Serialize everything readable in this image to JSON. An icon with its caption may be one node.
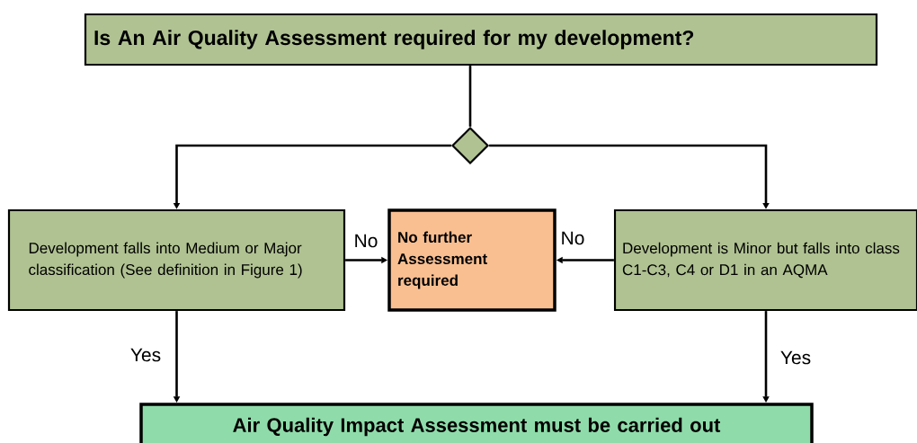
{
  "diagram": {
    "nodes": [
      {
        "text": [
          "Is An Air Quality Assessment required for my development?"
        ]
      },
      {
        "text": [],
        "shape": "diamond"
      },
      {
        "text": [
          "Development falls into Medium or Major classification (See definition in Figure 1)"
        ]
      },
      {
        "text": [
          "No further Assessment required"
        ]
      },
      {
        "text": [
          "Development is Minor but falls into class C1-C3, C4 or D1 in an AQMA"
        ]
      },
      {
        "text": [
          "Air Quality Impact Assessment must be carried out"
        ]
      }
    ],
    "edges": [
      {
        "from": 0,
        "to": 1,
        "arrow": "none"
      },
      {
        "from": 1,
        "to": 2,
        "arrow": "to"
      },
      {
        "from": 1,
        "to": 4,
        "arrow": "to"
      },
      {
        "from": 2,
        "to": 3,
        "arrow": "to",
        "label": "No"
      },
      {
        "from": 4,
        "to": 3,
        "arrow": "to",
        "label": "No"
      },
      {
        "from": 2,
        "to": 5,
        "arrow": "to",
        "label": "Yes"
      },
      {
        "from": 4,
        "to": 5,
        "arrow": "to",
        "label": "Yes"
      }
    ]
  }
}
